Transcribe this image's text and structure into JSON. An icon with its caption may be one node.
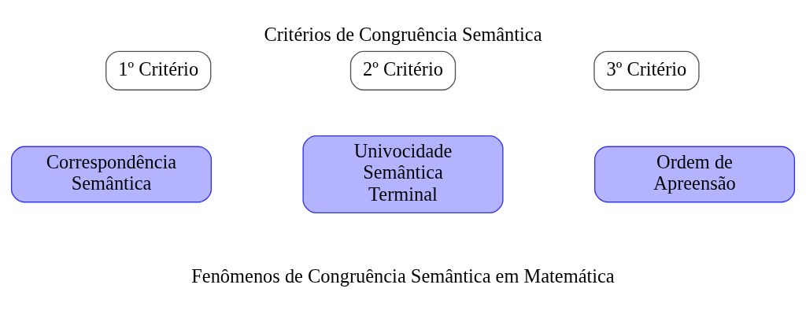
{
  "diagram": {
    "title": "Critérios de Congruência Semântica",
    "caption": "Fenômenos de Congruência Semântica em Matemática",
    "nodes": [
      {
        "text": [
          "1º Critério"
        ]
      },
      {
        "text": [
          "2º Critério"
        ]
      },
      {
        "text": [
          "3º Critério"
        ]
      },
      {
        "text": [
          "Correspondência Semântica"
        ]
      },
      {
        "text": [
          "Univocidade Semântica Terminal"
        ]
      },
      {
        "text": [
          "Ordem de Apreensão"
        ]
      }
    ]
  }
}
